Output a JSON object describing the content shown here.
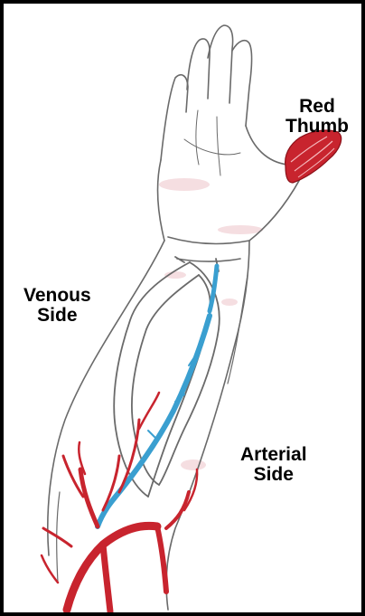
{
  "labels": {
    "red_thumb": [
      "Red",
      "Thumb"
    ],
    "venous_side": [
      "Venous",
      "Side"
    ],
    "arterial_side": [
      "Arterial",
      "Side"
    ]
  },
  "colors": {
    "outline": "#6a6a6a",
    "skin_tint": "#f3d6da",
    "artery_red": "#c8242e",
    "vein_blue": "#3a9fd0",
    "label_text": "#000000",
    "border": "#000000"
  },
  "illustration": {
    "subject": "forearm-and-hand",
    "graft": "looped-av-graft"
  }
}
